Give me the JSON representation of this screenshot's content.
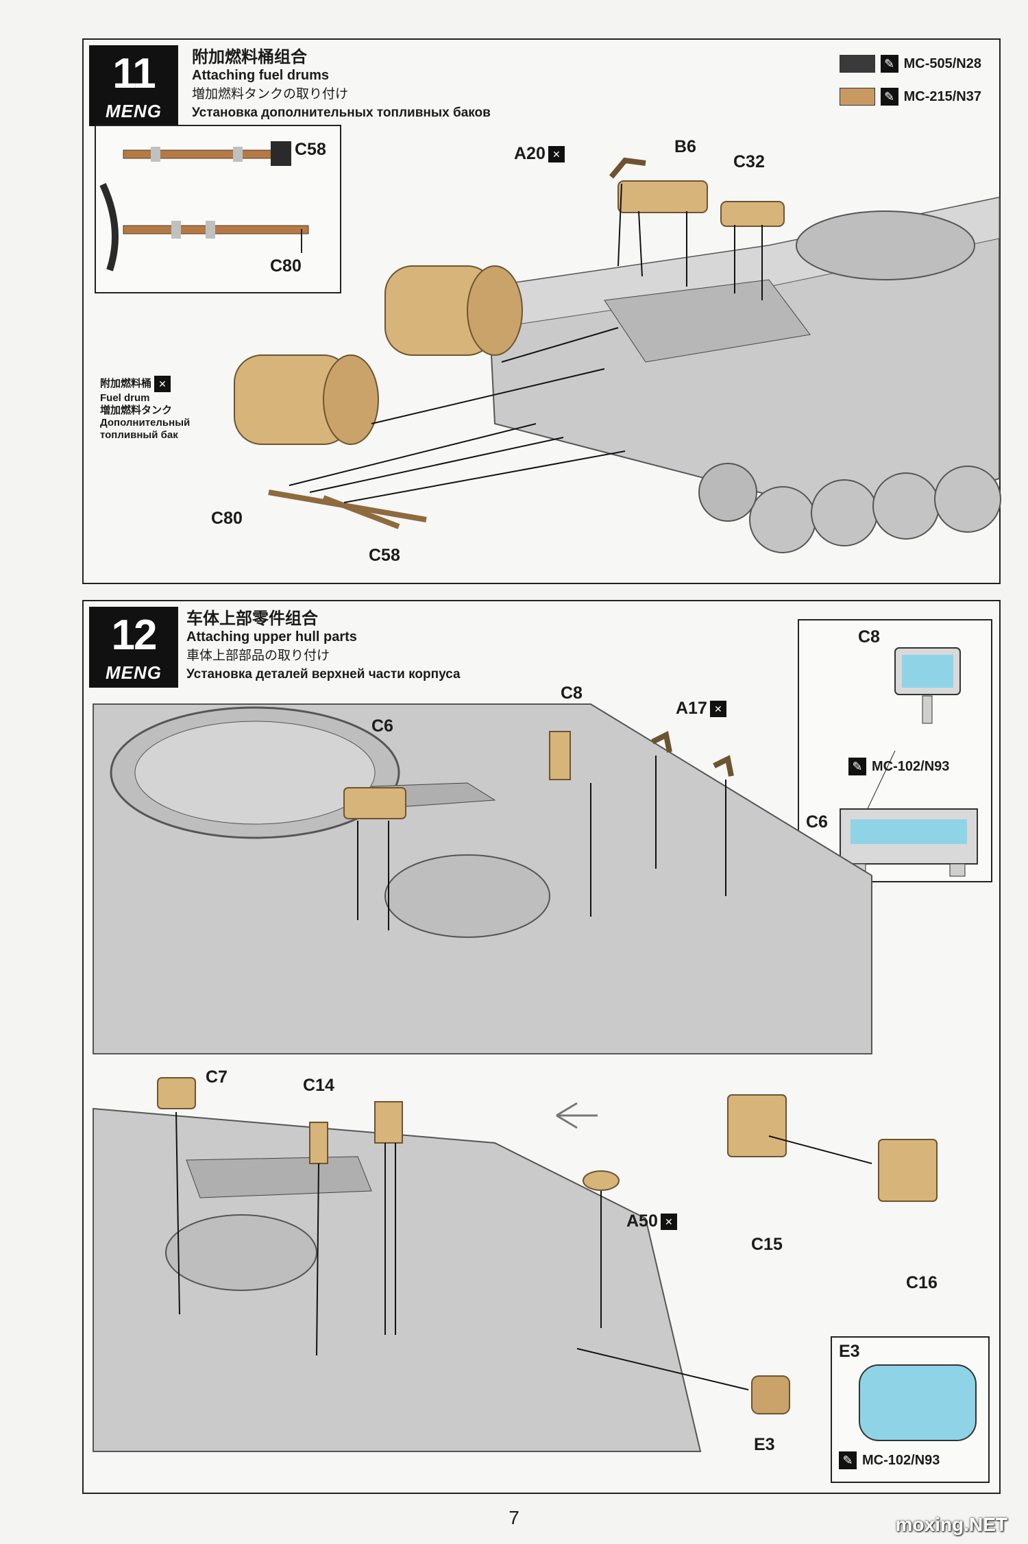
{
  "step11": {
    "number": "11",
    "logo": "MENG",
    "title_cn": "附加燃料桶组合",
    "title_en": "Attaching fuel drums",
    "title_jp": "増加燃料タンクの取り付け",
    "title_ru": "Установка дополнительных топливных баков",
    "paints": [
      {
        "code": "MC-505/N28",
        "color": "#3a3a3a"
      },
      {
        "code": "MC-215/N37",
        "color": "#c89a62"
      }
    ],
    "parts": {
      "a20": "A20",
      "b6": "B6",
      "c32": "C32",
      "c58_inset": "C58",
      "c80_inset": "C80",
      "c80": "C80",
      "c58": "C58"
    },
    "fuel_drum_note": {
      "cn": "附加燃料桶",
      "en": "Fuel drum",
      "jp": "増加燃料タンク",
      "ru1": "Дополнительный",
      "ru2": "топливный бак"
    }
  },
  "step12": {
    "number": "12",
    "logo": "MENG",
    "title_cn": "车体上部零件组合",
    "title_en": "Attaching upper hull parts",
    "title_jp": "車体上部部品の取り付け",
    "title_ru": "Установка деталей верхней части корпуса",
    "parts": {
      "c6": "C6",
      "c8": "C8",
      "a17": "A17",
      "c7": "C7",
      "c14": "C14",
      "a50": "A50",
      "c15": "C15",
      "c16": "C16",
      "e3": "E3"
    },
    "inset_c8_c6": {
      "c8": "C8",
      "c6": "C6",
      "paint": "MC-102/N93"
    },
    "inset_e3": {
      "e3": "E3",
      "paint": "MC-102/N93"
    }
  },
  "colors": {
    "hull": "#c9cac9",
    "hull_dark": "#a9aaa9",
    "part_tan": "#d7b47a",
    "glass": "#8fd4e6"
  },
  "page_number": "7",
  "watermark": "moxing.NET"
}
